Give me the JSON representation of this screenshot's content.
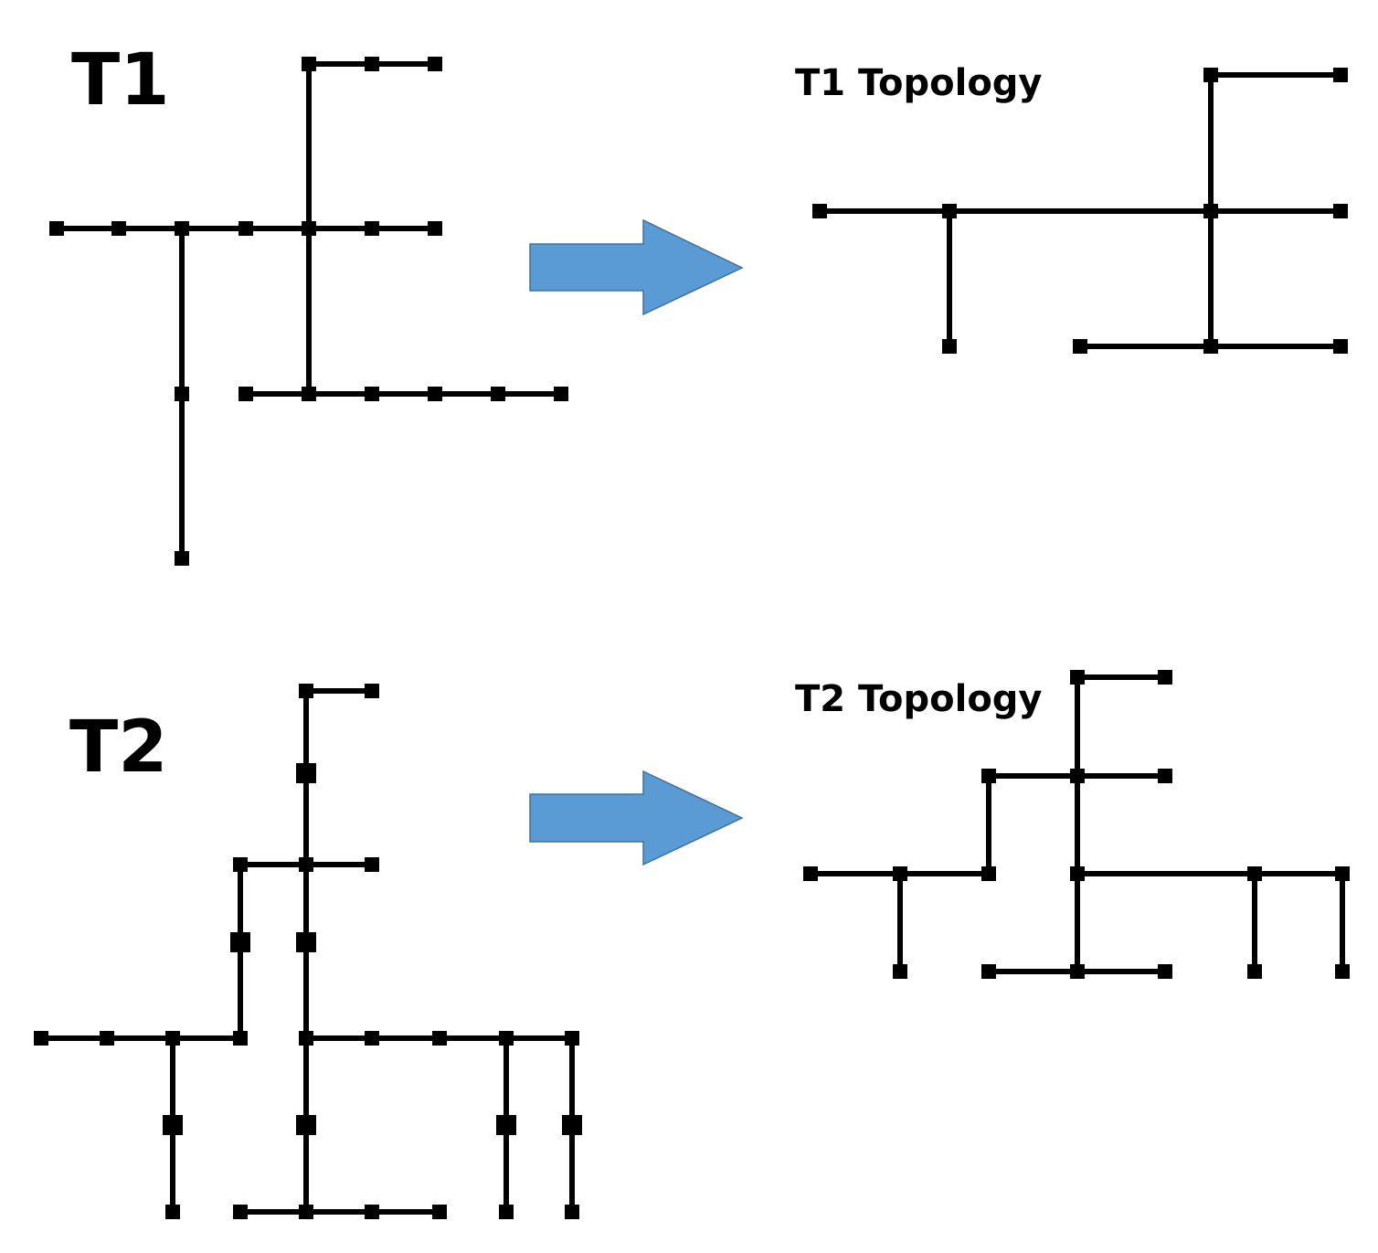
{
  "labels": {
    "t1": "T1",
    "t2": "T2",
    "t1_topology": "T1 Topology",
    "t2_topology": "T2 Topology"
  },
  "colors": {
    "line": "#000000",
    "node": "#000000",
    "arrow_fill": "#5b9bd5",
    "arrow_stroke": "#41719c"
  }
}
